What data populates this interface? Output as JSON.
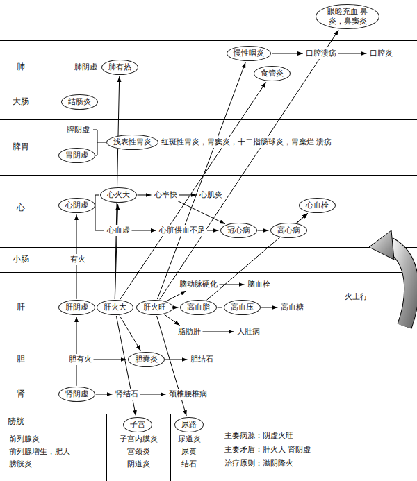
{
  "diagram": {
    "nodes": [
      {
        "text": [
          "眼睑充血 鼻炎，鼻窦炎"
        ]
      },
      {
        "text": [
          "慢性咽炎"
        ]
      },
      {
        "text": [
          "口腔溃疡"
        ]
      },
      {
        "text": [
          "口腔炎"
        ]
      },
      {
        "text": [
          "肺阴虚"
        ]
      },
      {
        "text": [
          "肺有热"
        ]
      },
      {
        "text": [
          "食管炎"
        ]
      },
      {
        "text": [
          "结肠炎"
        ]
      },
      {
        "text": [
          "脾阴虚"
        ]
      },
      {
        "text": [
          "胃阴虚"
        ]
      },
      {
        "text": [
          "浅表性胃炎"
        ]
      },
      {
        "text": [
          "红斑性胃炎，胃窦炎，十二指肠球炎，胃糜烂 溃疡"
        ]
      },
      {
        "text": [
          "心阴虚"
        ]
      },
      {
        "text": [
          "心火大"
        ]
      },
      {
        "text": [
          "心率快"
        ]
      },
      {
        "text": [
          "心肌炎"
        ]
      },
      {
        "text": [
          "心血栓"
        ]
      },
      {
        "text": [
          "心血虚"
        ]
      },
      {
        "text": [
          "心脏供血不足"
        ]
      },
      {
        "text": [
          "冠心病"
        ]
      },
      {
        "text": [
          "高心病"
        ]
      },
      {
        "text": [
          "有火"
        ]
      },
      {
        "text": [
          "脑动脉硬化"
        ]
      },
      {
        "text": [
          "脑血栓"
        ]
      },
      {
        "text": [
          "肝阴虚"
        ]
      },
      {
        "text": [
          "肝火大"
        ]
      },
      {
        "text": [
          "肝火旺"
        ]
      },
      {
        "text": [
          "高血脂"
        ]
      },
      {
        "text": [
          "高血压"
        ]
      },
      {
        "text": [
          "高血糖"
        ]
      },
      {
        "text": [
          "脂肪肝"
        ]
      },
      {
        "text": [
          "大肚病"
        ]
      },
      {
        "text": [
          "胆有火"
        ]
      },
      {
        "text": [
          "胆囊炎"
        ]
      },
      {
        "text": [
          "胆结石"
        ]
      },
      {
        "text": [
          "肾阴虚"
        ]
      },
      {
        "text": [
          "肾结石"
        ]
      },
      {
        "text": [
          "颈椎腰椎病"
        ]
      },
      {
        "text": [
          "子宫"
        ]
      },
      {
        "text": [
          "尿路"
        ]
      }
    ],
    "edges": [
      {
        "from": 1,
        "to": 2,
        "arrow": "to"
      },
      {
        "from": 2,
        "to": 3,
        "arrow": "to"
      },
      {
        "from": 13,
        "to": 14,
        "arrow": "to"
      },
      {
        "from": 14,
        "to": 15,
        "arrow": "to"
      },
      {
        "from": 17,
        "to": 18,
        "arrow": "to"
      },
      {
        "from": 18,
        "to": 19,
        "arrow": "to"
      },
      {
        "from": 19,
        "to": 20,
        "arrow": "to"
      },
      {
        "from": 20,
        "to": 16,
        "arrow": "to"
      },
      {
        "from": 14,
        "to": 19,
        "arrow": "to"
      },
      {
        "from": 26,
        "to": 22,
        "arrow": "to"
      },
      {
        "from": 22,
        "to": 23,
        "arrow": "to"
      },
      {
        "from": 26,
        "to": 27,
        "arrow": "to"
      },
      {
        "from": 27,
        "to": 28,
        "arrow": "none"
      },
      {
        "from": 28,
        "to": 29,
        "arrow": "to"
      },
      {
        "from": 27,
        "to": 16,
        "arrow": "to"
      },
      {
        "from": 26,
        "to": 30,
        "arrow": "to"
      },
      {
        "from": 30,
        "to": 31,
        "arrow": "to"
      },
      {
        "from": 32,
        "to": 33,
        "arrow": "to"
      },
      {
        "from": 33,
        "to": 34,
        "arrow": "to"
      },
      {
        "from": 35,
        "to": 36,
        "arrow": "to"
      },
      {
        "from": 36,
        "to": 37,
        "arrow": "to"
      },
      {
        "from": 26,
        "to": 0,
        "arrow": "to"
      },
      {
        "from": 26,
        "to": 1,
        "arrow": "to"
      },
      {
        "from": 25,
        "to": 6,
        "arrow": "to"
      },
      {
        "from": 25,
        "to": 5,
        "arrow": "to"
      },
      {
        "from": 25,
        "to": 13,
        "arrow": "to"
      },
      {
        "from": 35,
        "to": 24,
        "arrow": "to"
      },
      {
        "from": 24,
        "to": 12,
        "arrow": "to"
      },
      {
        "from": 25,
        "to": 33,
        "arrow": "to"
      },
      {
        "from": 25,
        "to": 38,
        "arrow": "to"
      },
      {
        "from": 26,
        "to": 39,
        "arrow": "to"
      }
    ],
    "labels": [
      "肺",
      "大肠",
      "脾胃",
      "心",
      "小肠",
      "肝",
      "胆",
      "肾",
      "膀胱",
      "前列腺炎",
      "前列腺增生，肥大",
      "膀胱炎",
      "子宫内膜炎",
      "宫颈炎",
      "阴道炎",
      "尿道炎",
      "尿黄",
      "结石",
      "主要病源：阴虚火旺",
      "主要矛盾：肝火大 肾阴虚",
      "治疗原则：滋阴降火",
      "火上行"
    ]
  }
}
